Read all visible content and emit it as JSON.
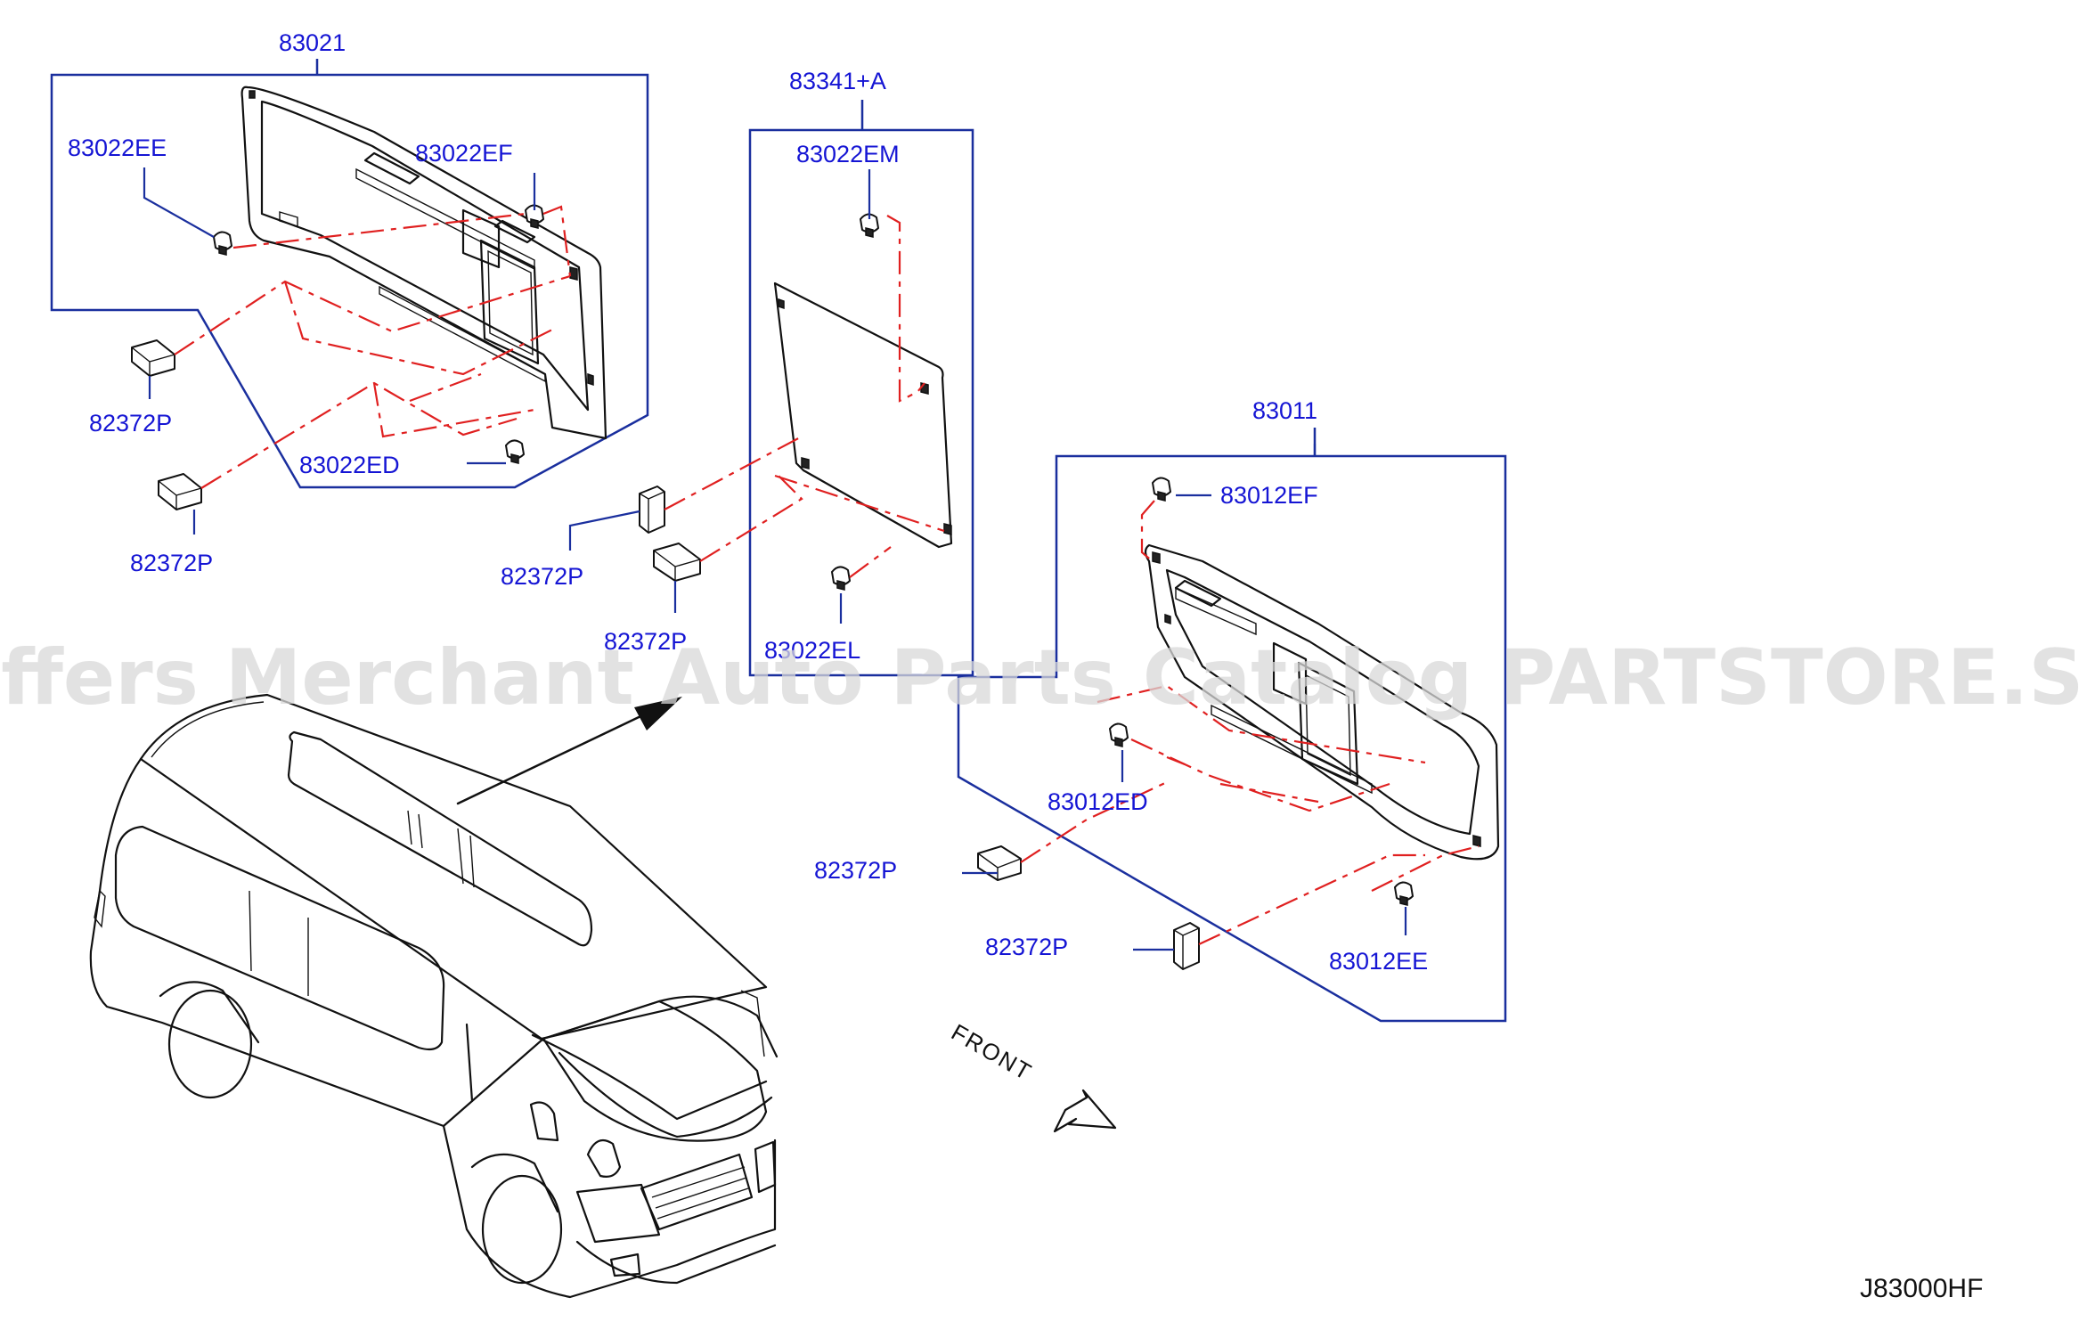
{
  "labels": {
    "l83021": "83021",
    "l83022EE": "83022EE",
    "l83022EF": "83022EF",
    "l82372P_a": "82372P",
    "l83022ED": "83022ED",
    "l82372P_b": "82372P",
    "l83341A": "83341+A",
    "l83022EM": "83022EM",
    "l82372P_c": "82372P",
    "l82372P_d": "82372P",
    "l83022EL": "83022EL",
    "l83011": "83011",
    "l83012EF": "83012EF",
    "l83012ED": "83012ED",
    "l82372P_e": "82372P",
    "l82372P_f": "82372P",
    "l83012EE": "83012EE"
  },
  "front_label": "FRONT",
  "diagram_code": "J83000HF",
  "watermark": "Offers Merchant Auto Parts Catalog PARTSTORE.SA",
  "colors": {
    "label_blue": "#1515d4",
    "box_blue": "#1a2f9e",
    "dash_red": "#e02020",
    "ink": "#111111"
  }
}
